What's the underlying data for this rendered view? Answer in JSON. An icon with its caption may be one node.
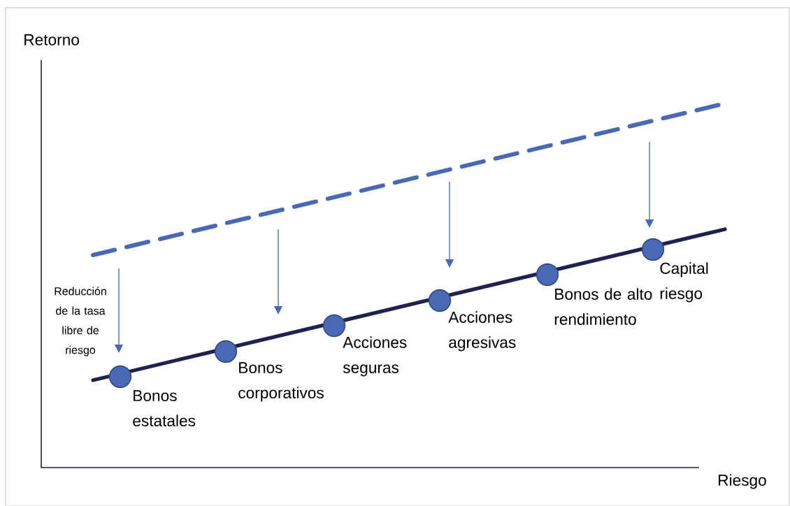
{
  "diagram": {
    "nodes": [
      {
        "text": [],
        "shape": "circle",
        "beside": [
          "Bonos estatales"
        ]
      },
      {
        "text": [],
        "shape": "circle",
        "beside": [
          "Bonos corporativos"
        ]
      },
      {
        "text": [],
        "shape": "circle",
        "beside": [
          "Acciones seguras"
        ]
      },
      {
        "text": [],
        "shape": "circle",
        "beside": [
          "Acciones agresivas"
        ]
      },
      {
        "text": [],
        "shape": "circle",
        "beside": [
          "Bonos de alto rendimiento"
        ]
      },
      {
        "text": [],
        "shape": "circle",
        "beside": [
          "Capital riesgo"
        ]
      }
    ],
    "labels": [
      "Retorno",
      "Riesgo",
      "Reducción de la tasa libre de riesgo"
    ]
  }
}
